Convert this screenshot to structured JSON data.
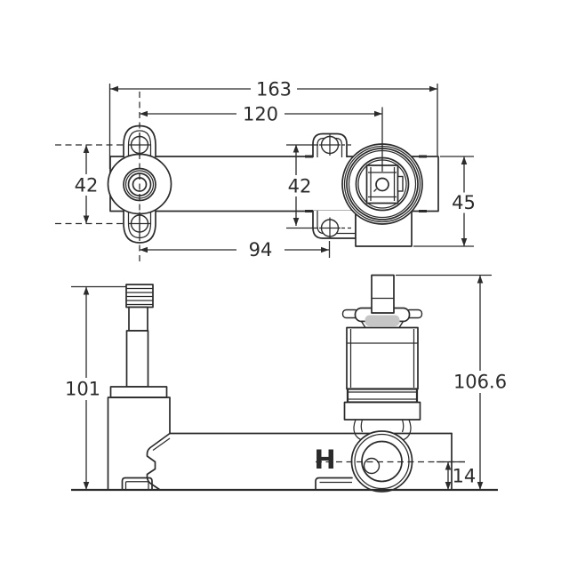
{
  "drawing": {
    "kind": "technical-drawing",
    "colors": {
      "line": "#2b2b2b",
      "background": "#ffffff"
    },
    "top_view": {
      "dim_overall_width": "163",
      "dim_center_spacing": "120",
      "dim_left_ear_spacing": "42",
      "dim_right_ear_spacing": "42",
      "dim_body_depth": "45",
      "dim_ear_offset": "94"
    },
    "front_view": {
      "dim_left_height": "101",
      "dim_overall_height": "106.6",
      "dim_outlet_center_height": "14",
      "hot_label": "H"
    }
  }
}
